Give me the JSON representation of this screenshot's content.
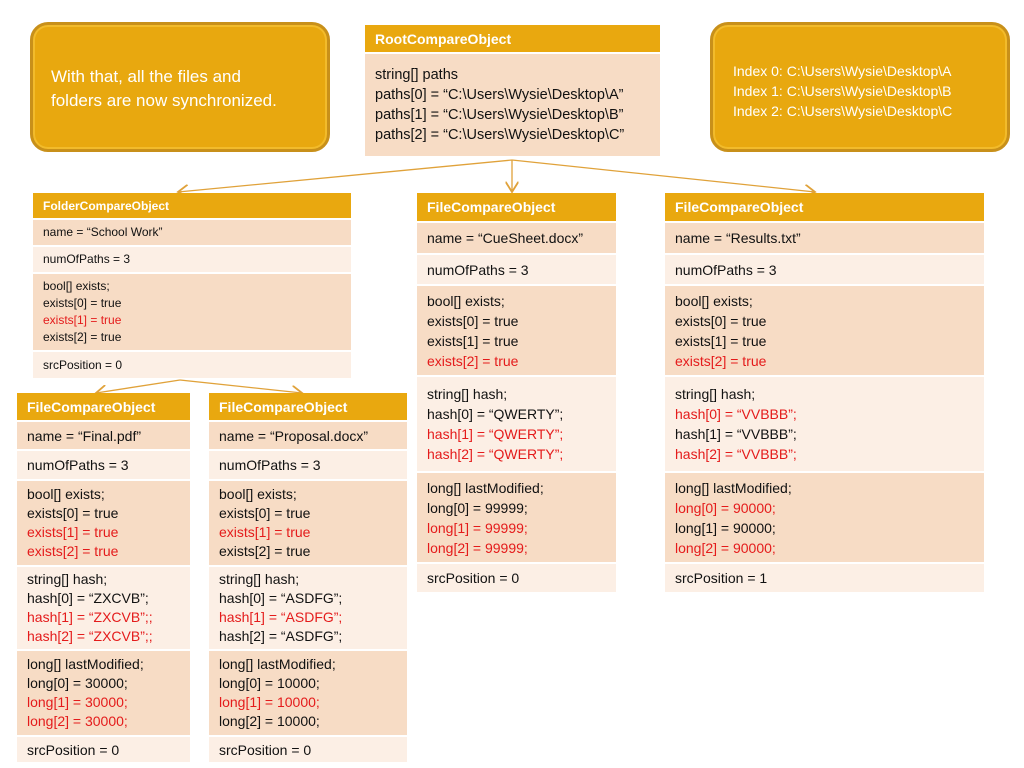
{
  "note": {
    "lines": [
      "With that, all the files and",
      "folders are now synchronized."
    ]
  },
  "index_box": {
    "lines": [
      "Index 0: C:\\Users\\Wysie\\Desktop\\A",
      "Index 1: C:\\Users\\Wysie\\Desktop\\B",
      "Index 2: C:\\Users\\Wysie\\Desktop\\C"
    ]
  },
  "root": {
    "title": "RootCompareObject",
    "lines": [
      "string[] paths",
      "paths[0] = “C:\\Users\\Wysie\\Desktop\\A”",
      "paths[1] = “C:\\Users\\Wysie\\Desktop\\B”",
      "paths[2] = “C:\\Users\\Wysie\\Desktop\\C”"
    ]
  },
  "folder": {
    "title": "FolderCompareObject",
    "name": "name = “School Work”",
    "num": "numOfPaths = 3",
    "exists": [
      "bool[] exists;",
      "exists[0] = true",
      "exists[1] = true",
      "exists[2] = true"
    ],
    "src": "srcPosition = 0"
  },
  "cuesheet": {
    "title": "FileCompareObject",
    "name": "name = “CueSheet.docx”",
    "num": "numOfPaths = 3",
    "exists": [
      "bool[] exists;",
      "exists[0] = true",
      "exists[1] = true",
      "exists[2] = true"
    ],
    "hash": [
      "string[] hash;",
      "hash[0] = “QWERTY”;",
      "hash[1] = “QWERTY”;",
      "hash[2] = “QWERTY”;"
    ],
    "modified": [
      "long[] lastModified;",
      "long[0] = 99999;",
      "long[1] = 99999;",
      "long[2] = 99999;"
    ],
    "src": "srcPosition = 0"
  },
  "results": {
    "title": "FileCompareObject",
    "name": "name = “Results.txt”",
    "num": "numOfPaths = 3",
    "exists": [
      "bool[] exists;",
      "exists[0] = true",
      "exists[1] = true",
      "exists[2] = true"
    ],
    "hash": [
      "string[] hash;",
      "hash[0] = “VVBBB”;",
      "hash[1] = “VVBBB”;",
      "hash[2] = “VVBBB”;"
    ],
    "modified": [
      "long[] lastModified;",
      "long[0] = 90000;",
      "long[1] = 90000;",
      "long[2] = 90000;"
    ],
    "src": "srcPosition =  1"
  },
  "final": {
    "title": "FileCompareObject",
    "name": "name = “Final.pdf”",
    "num": "numOfPaths = 3",
    "exists": [
      "bool[] exists;",
      "exists[0] = true",
      "exists[1] = true",
      "exists[2] = true"
    ],
    "hash": [
      "string[] hash;",
      "hash[0] = “ZXCVB”;",
      "hash[1] = “ZXCVB”;;",
      "hash[2] = “ZXCVB”;;"
    ],
    "modified": [
      "long[] lastModified;",
      "long[0] = 30000;",
      "long[1] = 30000;",
      "long[2] = 30000;"
    ],
    "src": "srcPosition = 0"
  },
  "proposal": {
    "title": "FileCompareObject",
    "name": "name = “Proposal.docx”",
    "num": "numOfPaths = 3",
    "exists": [
      "bool[] exists;",
      "exists[0] = true",
      "exists[1] = true",
      "exists[2] = true"
    ],
    "hash": [
      "string[] hash;",
      "hash[0] = “ASDFG”;",
      "hash[1] = “ASDFG”;",
      "hash[2] = “ASDFG”;"
    ],
    "modified": [
      "long[] lastModified;",
      "long[0] = 10000;",
      "long[1] = 10000;",
      "long[2] = 10000;"
    ],
    "src": "srcPosition = 0"
  },
  "colors": {
    "accent": "#e9a80f",
    "row_dark": "#f7dcc5",
    "row_light": "#fcefe5",
    "highlight_text": "#e41b1b"
  }
}
